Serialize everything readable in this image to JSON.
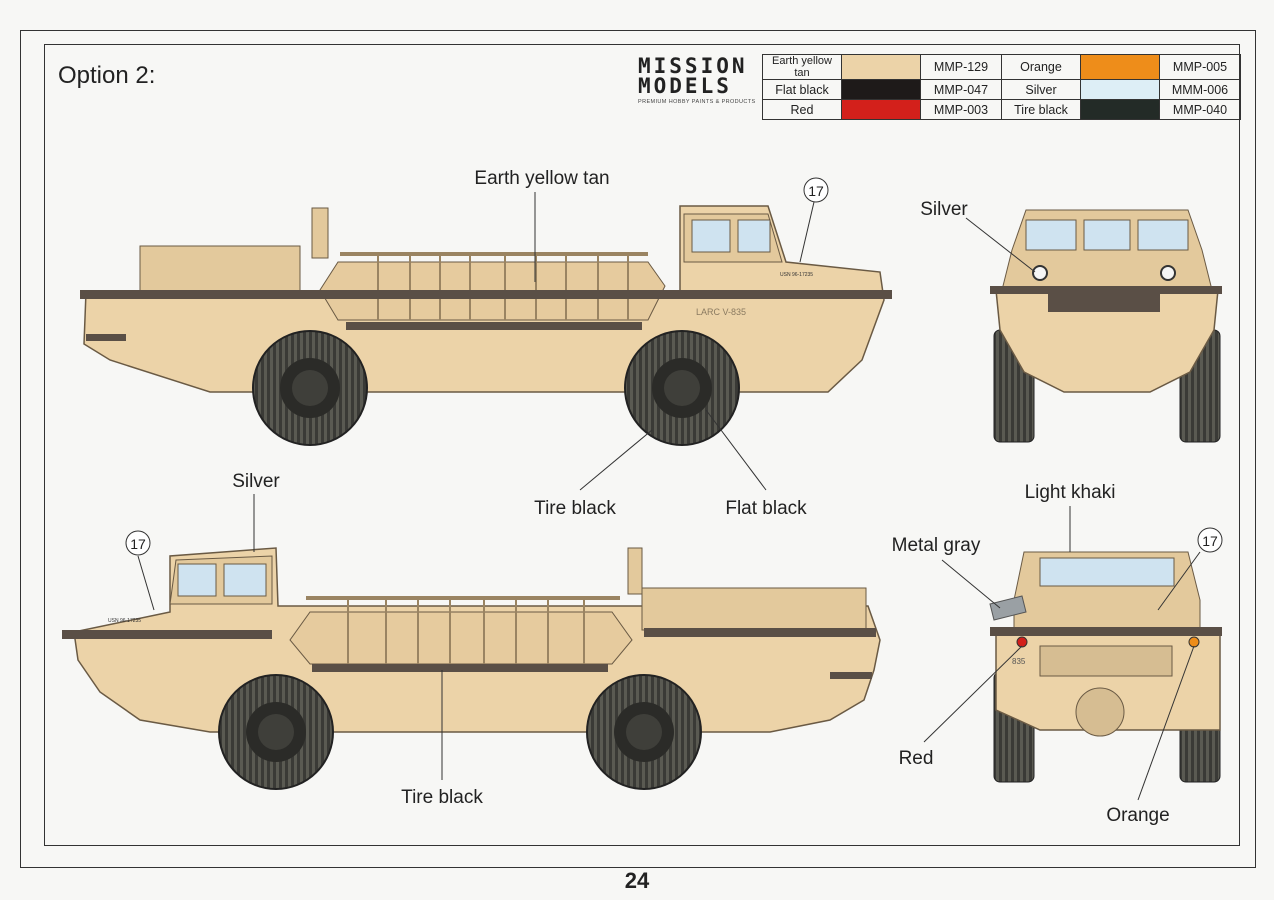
{
  "option_title": "Option 2:",
  "page_number": "24",
  "brand": {
    "line1": "MISSION",
    "line2": "MODELS",
    "tagline": "PREMIUM HOBBY PAINTS & PRODUCTS"
  },
  "paints": [
    {
      "name": "Earth yellow tan",
      "color": "#ecd3a8",
      "code": "MMP-129"
    },
    {
      "name": "Flat black",
      "color": "#1e1a19",
      "code": "MMP-047"
    },
    {
      "name": "Red",
      "color": "#d3201b",
      "code": "MMP-003"
    },
    {
      "name": "Orange",
      "color": "#ee8d1a",
      "code": "MMP-005"
    },
    {
      "name": "Silver",
      "color": "#ddeef6",
      "code": "MMM-006"
    },
    {
      "name": "Tire black",
      "color": "#232b27",
      "code": "MMP-040"
    }
  ],
  "callouts": {
    "top_side_body": "Earth yellow tan",
    "top_side_marking": "17",
    "top_side_tire": "Tire black",
    "top_side_hub": "Flat black",
    "top_front_silver": "Silver",
    "bottom_side_silver": "Silver",
    "bottom_side_marking": "17",
    "bottom_side_tire": "Tire black",
    "rear_khaki": "Light khaki",
    "rear_metal": "Metal gray",
    "rear_marking": "17",
    "rear_red": "Red",
    "rear_orange": "Orange"
  },
  "vehicle_markings": {
    "side_number": "USN 96-17235",
    "hull_code": "LARC V-835",
    "rear_code": "835"
  }
}
